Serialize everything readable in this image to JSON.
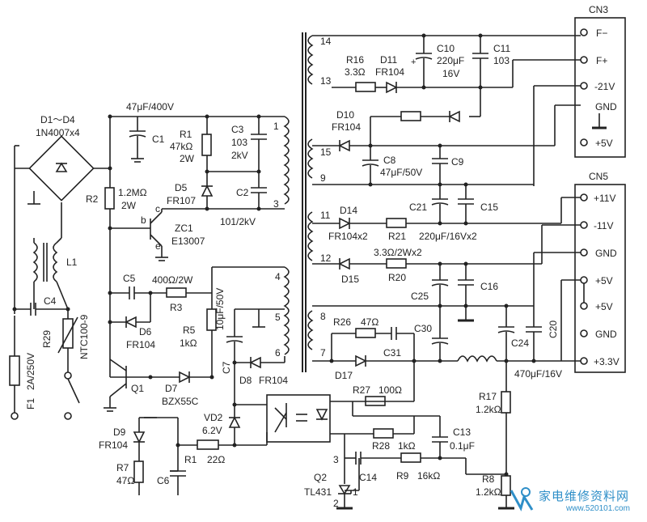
{
  "labels": {
    "cn3": "CN3",
    "cn5": "CN5",
    "f_minus": "F−",
    "f_plus": "F+",
    "v_neg21": "-21V",
    "gnd": "GND",
    "v_5": "+5V",
    "v_p11": "+11V",
    "v_n11": "-11V",
    "v_33": "+3.3V",
    "pin14": "14",
    "pin13": "13",
    "pin15": "15",
    "pin9": "9",
    "pin11": "11",
    "pin12": "12",
    "pin8": "8",
    "pin7": "7",
    "pin1": "1",
    "pin3": "3",
    "pin4": "4",
    "pin5": "5",
    "pin6": "6",
    "r16": "R16",
    "r16v": "3.3Ω",
    "d11": "D11",
    "d11v": "FR104",
    "c10": "C10",
    "c10v": "220μF",
    "c10v2": "16V",
    "c11": "C11",
    "c11v": "103",
    "d10": "D10",
    "d10v": "FR104",
    "c8": "C8",
    "c8v": "47μF/50V",
    "c9": "C9",
    "d14": "D14",
    "d14v": "FR104x2",
    "r21": "R21",
    "c21": "C21",
    "c21v": "220μF/16Vx2",
    "c15": "C15",
    "r20v": "3.3Ω/2Wx2",
    "r20": "R20",
    "d15": "D15",
    "c25": "C25",
    "c16": "C16",
    "r26": "R26",
    "r26v": "47Ω",
    "c30": "C30",
    "c31": "C31",
    "d17": "D17",
    "c24": "C24",
    "c20": "C20",
    "c24v": "470μF/16V",
    "r27": "R27",
    "r27v": "100Ω",
    "r17": "R17",
    "r17v": "1.2kΩ",
    "c13": "C13",
    "c13v": "0.1μF",
    "r28": "R28",
    "r28v": "1kΩ",
    "r9": "R9",
    "r9v": "16kΩ",
    "c14": "C14",
    "q2": "Q2",
    "q2v": "TL431",
    "r8": "R8",
    "r8v": "1.2kΩ",
    "q2pin3": "3",
    "q2pin1": "1",
    "q2pin2": "2",
    "d1d4": "D1～D4",
    "d1d4v": "1N4007x4",
    "c1v": "47μF/400V",
    "c1": "C1",
    "r1": "R1",
    "r1v": "47kΩ",
    "r1v2": "2W",
    "c3": "C3",
    "c3v": "103",
    "c3v2": "2kV",
    "d5": "D5",
    "d5v": "FR107",
    "c2": "C2",
    "c2v": "101/2kV",
    "r2": "R2",
    "r2v": "1.2MΩ",
    "r2v2": "2W",
    "zc1": "ZC1",
    "zc1v": "E13007",
    "b": "b",
    "c": "c",
    "e": "e",
    "l1": "L1",
    "c4": "C4",
    "r29": "R29",
    "ntc": "NTC100-9",
    "f1": "F1",
    "f1v": "2A/250V",
    "c5": "C5",
    "r3v": "400Ω/2W",
    "r3": "R3",
    "d6": "D6",
    "d6v": "FR104",
    "r5": "R5",
    "r5v": "1kΩ",
    "c7": "C7",
    "c7v": "10μF/50V",
    "d8": "D8",
    "d8v": "FR104",
    "q1": "Q1",
    "d7": "D7",
    "d7v": "BZX55C",
    "vd2": "VD2",
    "vd2v": "6.2V",
    "d9": "D9",
    "d9v": "FR104",
    "r7": "R7",
    "r7v": "47Ω",
    "r1b": "R1",
    "r1bv": "22Ω",
    "c6": "C6"
  },
  "watermark": {
    "text": "家电维修资料网",
    "url": "www.520101.com"
  }
}
